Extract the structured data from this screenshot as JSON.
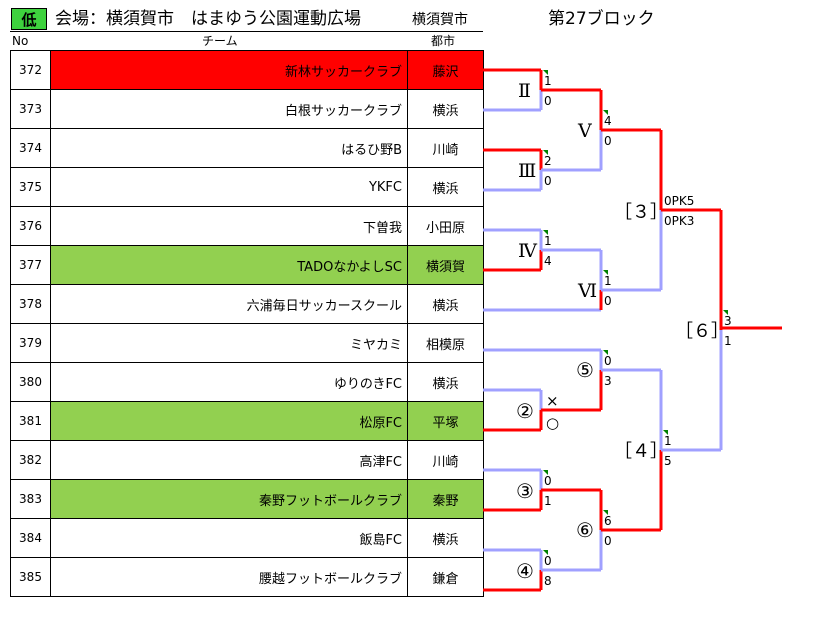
{
  "header": {
    "level": "低",
    "venue": "会場：横須賀市　はまゆう公園運動広場",
    "host_city": "横須賀市",
    "block": "第27ブロック"
  },
  "columns": {
    "no": "No",
    "team": "チーム",
    "city": "都市"
  },
  "teams": [
    {
      "no": "372",
      "name": "新林サッカークラブ",
      "city": "藤沢",
      "highlight": "red"
    },
    {
      "no": "373",
      "name": "白根サッカークラブ",
      "city": "横浜",
      "highlight": ""
    },
    {
      "no": "374",
      "name": "はるひ野B",
      "city": "川崎",
      "highlight": ""
    },
    {
      "no": "375",
      "name": "YKFC",
      "city": "横浜",
      "highlight": ""
    },
    {
      "no": "376",
      "name": "下曽我",
      "city": "小田原",
      "highlight": ""
    },
    {
      "no": "377",
      "name": "TADOなかよしSC",
      "city": "横須賀",
      "highlight": "green"
    },
    {
      "no": "378",
      "name": "六浦毎日サッカースクール",
      "city": "横浜",
      "highlight": ""
    },
    {
      "no": "379",
      "name": "ミヤカミ",
      "city": "相模原",
      "highlight": ""
    },
    {
      "no": "380",
      "name": "ゆりのきFC",
      "city": "横浜",
      "highlight": ""
    },
    {
      "no": "381",
      "name": "松原FC",
      "city": "平塚",
      "highlight": "green"
    },
    {
      "no": "382",
      "name": "高津FC",
      "city": "川崎",
      "highlight": ""
    },
    {
      "no": "383",
      "name": "秦野フットボールクラブ",
      "city": "秦野",
      "highlight": "green"
    },
    {
      "no": "384",
      "name": "飯島FC",
      "city": "横浜",
      "highlight": ""
    },
    {
      "no": "385",
      "name": "腰越フットボールクラブ",
      "city": "鎌倉",
      "highlight": ""
    }
  ],
  "colors": {
    "win": "#ff0000",
    "lose": "#a0a0ff",
    "red_row": "#ff0000",
    "green_row": "#92d050",
    "badge": "#3ed23e",
    "corner_mark": "#008000"
  },
  "bracket": {
    "matches": [
      {
        "id": "m2",
        "label": "Ⅱ",
        "top_score": "1",
        "bottom_score": "0"
      },
      {
        "id": "m3",
        "label": "Ⅲ",
        "top_score": "2",
        "bottom_score": "0"
      },
      {
        "id": "m4",
        "label": "Ⅳ",
        "top_score": "1",
        "bottom_score": "4"
      },
      {
        "id": "c2",
        "label": "②",
        "top_score": "×",
        "bottom_score": "○"
      },
      {
        "id": "c3",
        "label": "③",
        "top_score": "0",
        "bottom_score": "1"
      },
      {
        "id": "c4",
        "label": "④",
        "top_score": "0",
        "bottom_score": "8"
      },
      {
        "id": "m5",
        "label": "Ⅴ",
        "top_score": "4",
        "bottom_score": "0"
      },
      {
        "id": "m6",
        "label": "Ⅵ",
        "top_score": "1",
        "bottom_score": "0"
      },
      {
        "id": "c5",
        "label": "⑤",
        "top_score": "0",
        "bottom_score": "3"
      },
      {
        "id": "c6",
        "label": "⑥",
        "top_score": "6",
        "bottom_score": "0"
      },
      {
        "id": "s3",
        "label": "［３］",
        "top_score": "0PK5",
        "bottom_score": "0PK3"
      },
      {
        "id": "s4",
        "label": "［４］",
        "top_score": "1",
        "bottom_score": "5"
      },
      {
        "id": "s6",
        "label": "［６］",
        "top_score": "3",
        "bottom_score": "1"
      }
    ]
  }
}
